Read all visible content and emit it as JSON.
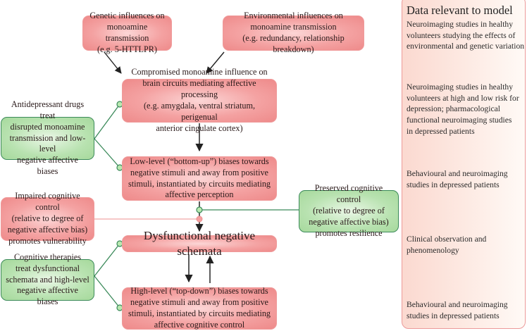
{
  "diagram": {
    "nodes": {
      "genetic": "Genetic influences on\nmonoamine transmission\n(e.g. 5-HTTLPR)",
      "environmental": "Environmental influences on\nmonoamine transmission\n(e.g. redundancy, relationship breakdown)",
      "compromised": "Compromised monoamine influence on\nbrain circuits mediating affective processing\n(e.g. amygdala, ventral striatum, perigenual\nanterior cingulate cortex)",
      "low_level": "Low-level (“bottom-up”) biases towards\nnegative stimuli and away from positive\nstimuli, instantiated by circuits mediating\naffective perception",
      "schemata": "Dysfunctional negative schemata",
      "high_level": "High-level (“top-down”) biases towards\nnegative stimuli and away from positive\nstimuli, instantiated by circuits mediating\naffective cognitive control",
      "antidepressant": "Antidepressant drugs treat\ndisrupted monoamine\ntransmission and low-level\nnegative affective biases",
      "impaired": "Impaired cognitive control\n(relative to degree of\nnegative affective bias)\npromotes vulnerability",
      "preserved": "Preserved cognitive control\n(relative to degree of\nnegative affective bias)\npromotes resilience",
      "cognitive_therapies": "Cognitive therapies\ntreat dysfunctional\nschemata and high-level\nnegative affective biases"
    },
    "panel": {
      "title": "Data relevant to model",
      "items": [
        "Neuroimaging studies in healthy\nvolunteers studying the effects of\nenvironmental and genetic variation",
        "Neuroimaging studies in healthy\nvolunteers at high and low risk for\ndepression; pharmacological\nfunctional neuroimaging studies\nin depressed patients",
        "Behavioural and neuroimaging\nstudies in depressed patients",
        "Clinical observation and\nphenomenology",
        "Behavioural and neuroimaging\nstudies in depressed patients"
      ]
    },
    "colors": {
      "risk_fill": "#f4a2a2",
      "treatment_fill": "#b8e2b0",
      "treatment_line": "#3b8a5a",
      "risk_line": "#ee8f8f",
      "arrow": "#333333"
    }
  }
}
